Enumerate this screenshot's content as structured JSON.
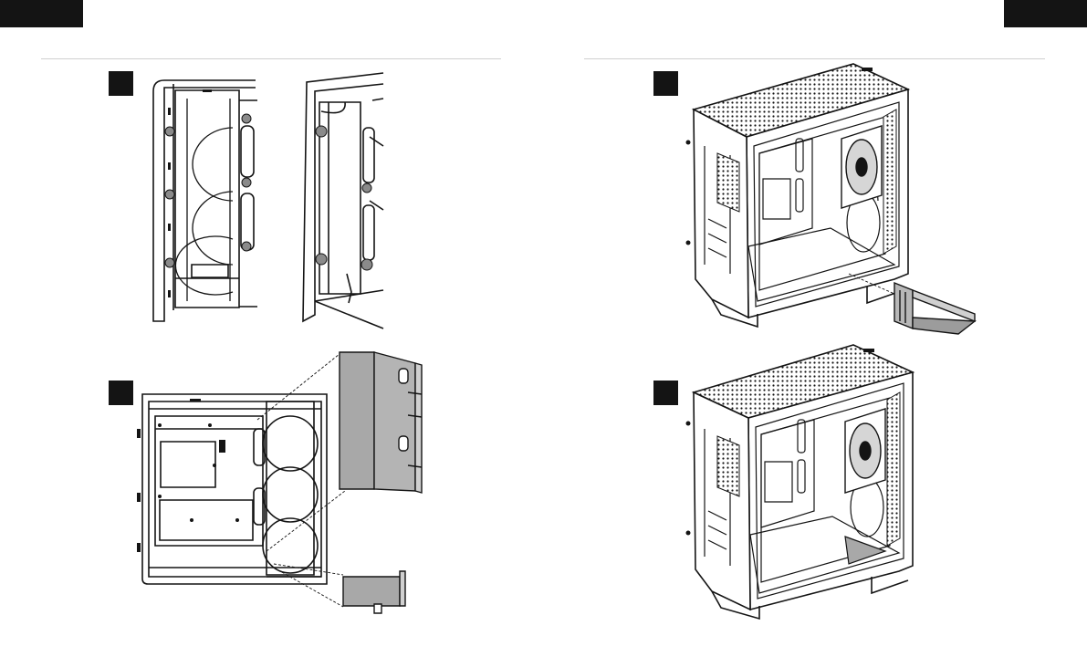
{
  "document": {
    "page_tabs": [
      "",
      ""
    ],
    "steps": [
      "",
      "",
      "",
      ""
    ],
    "colors": {
      "ink": "#141414",
      "panel_gray": "#a8a8a8",
      "rule": "#cfcfcf",
      "fan_ring": "#8a8a8a"
    },
    "figures": [
      "case-side-closeup",
      "case-front-closeup",
      "case-side-with-callouts",
      "case-isometric-removing-shroud",
      "case-isometric-shroud-installed"
    ]
  }
}
